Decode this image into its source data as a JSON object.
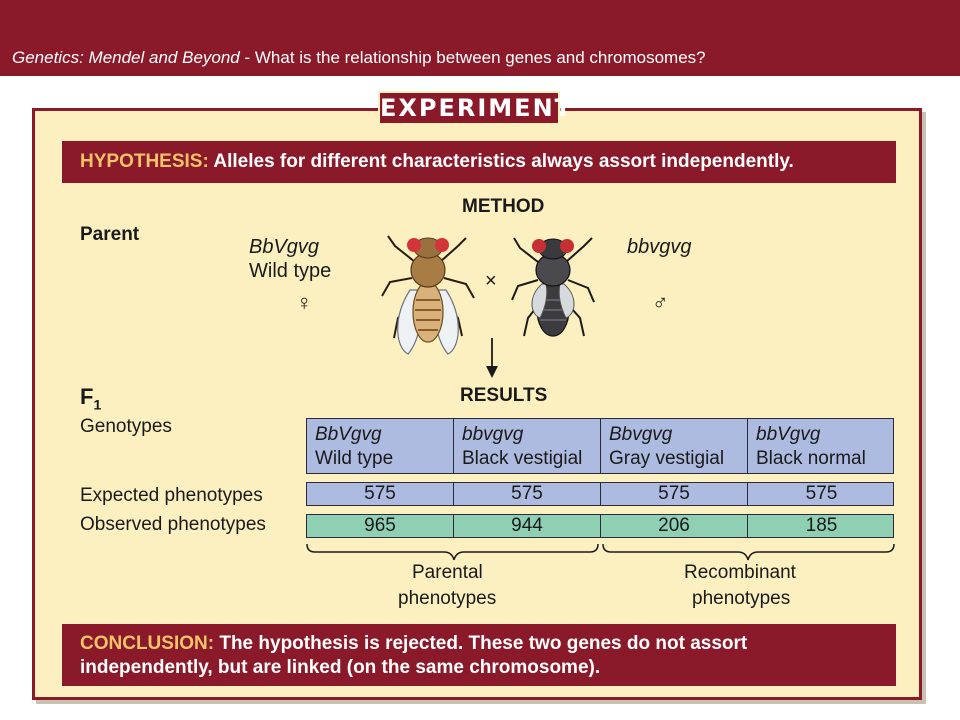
{
  "header": {
    "topic": "Genetics: Mendel and Beyond",
    "separator": " - ",
    "question": "What is the relationship between genes and chromosomes?"
  },
  "experiment_tab": "EXPERIMENT",
  "hypothesis": {
    "label": "HYPOTHESIS:",
    "text": " Alleles for different characteristics always assort independently."
  },
  "method": {
    "heading": "METHOD",
    "parent_label": "Parent",
    "female": {
      "genotype": "BbVgvg",
      "phenotype": "Wild type",
      "symbol": "♀"
    },
    "cross_symbol": "×",
    "male": {
      "genotype": "bbvgvg",
      "symbol": "♂"
    }
  },
  "results": {
    "heading": "RESULTS",
    "f1_label": "F",
    "f1_sub": "1",
    "genotypes_label": "Genotypes",
    "expected_label": "Expected phenotypes",
    "observed_label": "Observed phenotypes",
    "columns": [
      {
        "genotype": "BbVgvg",
        "phenotype": "Wild type",
        "expected": "575",
        "observed": "965"
      },
      {
        "genotype": "bbvgvg",
        "phenotype": "Black vestigial",
        "expected": "575",
        "observed": "944"
      },
      {
        "genotype": "Bbvgvg",
        "phenotype": "Gray vestigial",
        "expected": "575",
        "observed": "206"
      },
      {
        "genotype": "bbVgvg",
        "phenotype": "Black normal",
        "expected": "575",
        "observed": "185"
      }
    ],
    "parental_line1": "Parental",
    "parental_line2": "phenotypes",
    "recombinant_line1": "Recombinant",
    "recombinant_line2": "phenotypes"
  },
  "conclusion": {
    "label": "CONCLUSION:",
    "line1": " The hypothesis is rejected. These two genes do not assort",
    "line2": "independently, but are linked (on the same chromosome)."
  },
  "colors": {
    "maroon": "#8a1a2a",
    "panel": "#fcefc0",
    "blue_cells": "#aebbe0",
    "green_cells": "#8fd0b5"
  }
}
